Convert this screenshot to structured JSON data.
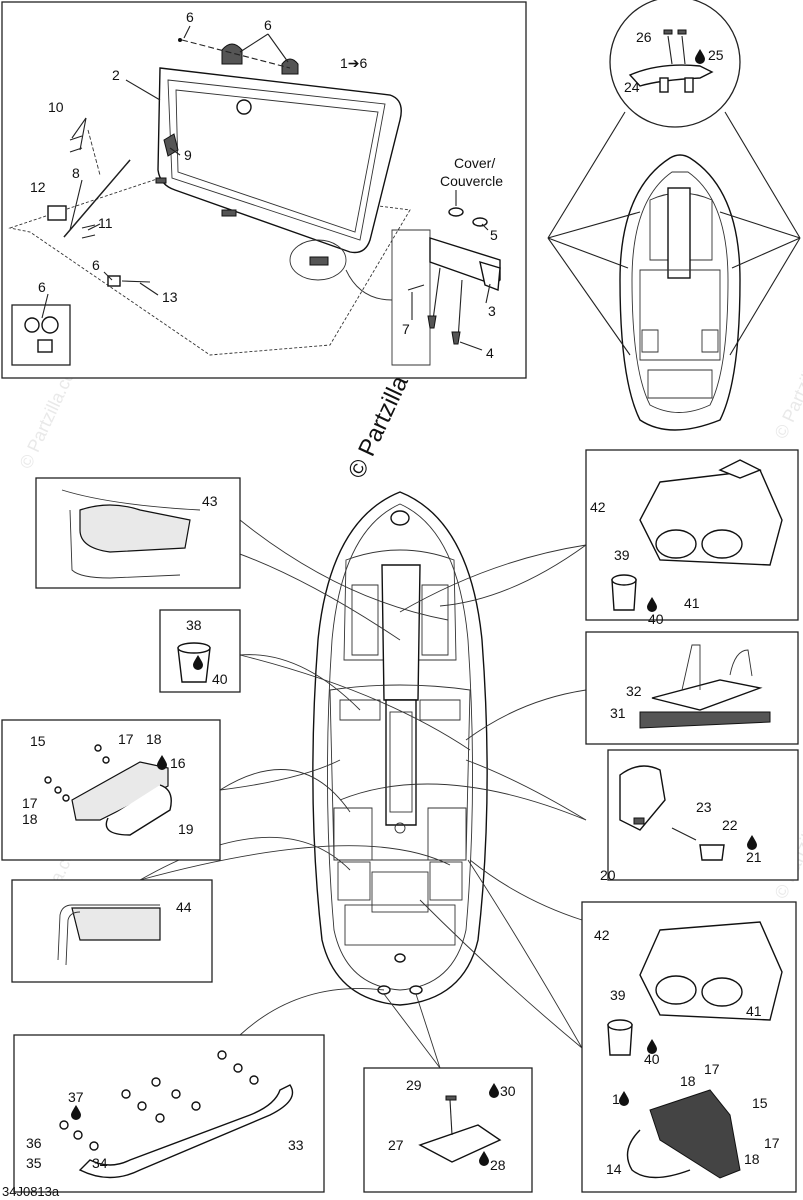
{
  "diagram": {
    "code": "34J0813a",
    "watermark": "© Partzilla.com",
    "cover_label_line1": "Cover/",
    "cover_label_line2": "Couvercle",
    "callouts": {
      "c1to6": "1➔6",
      "c2": "2",
      "c3": "3",
      "c4": "4",
      "c5": "5",
      "c6a": "6",
      "c6b": "6",
      "c6c": "6",
      "c6d": "6",
      "c7": "7",
      "c8": "8",
      "c9": "9",
      "c10": "10",
      "c11": "11",
      "c12": "12",
      "c13": "13",
      "c14": "14",
      "c15a": "15",
      "c15b": "15",
      "c16a": "16",
      "c16b": "16",
      "c17a": "17",
      "c17b": "17",
      "c17c": "17",
      "c17d": "17",
      "c18a": "18",
      "c18b": "18",
      "c18c": "18",
      "c18d": "18",
      "c19": "19",
      "c20": "20",
      "c21": "21",
      "c22": "22",
      "c23": "23",
      "c24": "24",
      "c25": "25",
      "c26": "26",
      "c27": "27",
      "c28": "28",
      "c29": "29",
      "c30": "30",
      "c31": "31",
      "c32": "32",
      "c33": "33",
      "c34": "34",
      "c35": "35",
      "c36": "36",
      "c37": "37",
      "c38": "38",
      "c39a": "39",
      "c39b": "39",
      "c40a": "40",
      "c40b": "40",
      "c40c": "40",
      "c41a": "41",
      "c41b": "41",
      "c42a": "42",
      "c42b": "42",
      "c43": "43",
      "c44": "44"
    }
  }
}
